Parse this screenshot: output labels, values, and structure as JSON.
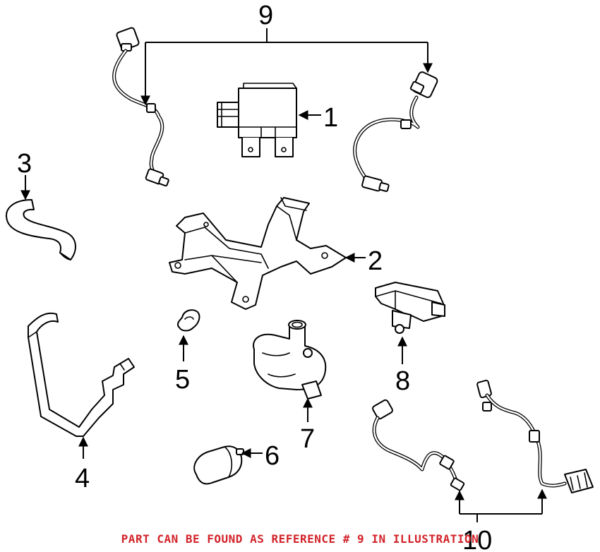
{
  "callouts": {
    "c1": "1",
    "c2": "2",
    "c3": "3",
    "c4": "4",
    "c5": "5",
    "c6": "6",
    "c7": "7",
    "c8": "8",
    "c9": "9",
    "c10": "10"
  },
  "footer_note": "PART CAN BE FOUND AS REFERENCE # 9 IN ILLUSTRATION",
  "colors": {
    "line": "#000000",
    "note": "#d2232a",
    "background": "#ffffff"
  }
}
